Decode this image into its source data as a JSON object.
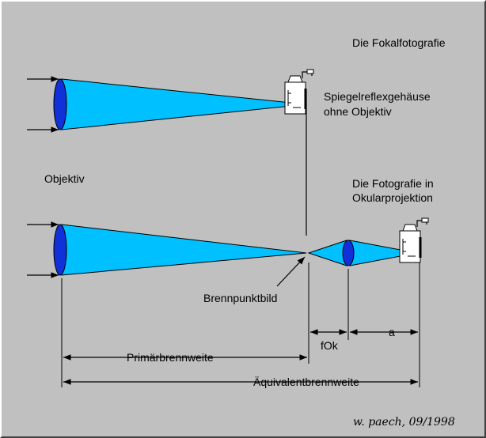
{
  "labels": {
    "title_focal": "Die Fokalfotografie",
    "camera_body_line1": "Spiegelreflexgehäuse",
    "camera_body_line2": "ohne Objektiv",
    "objective": "Objektiv",
    "projection_line1": "Die Fotografie in",
    "projection_line2": "Okularprojektion",
    "focal_image": "Brennpunktbild",
    "eyepiece_focal": "fOk",
    "distance_a": "a",
    "primary_focal_length": "Primärbrennweite",
    "equivalent_focal_length": "Äquivalentbrennweite",
    "signature": "w. paech, 09/1998"
  },
  "colors": {
    "background": "#c0c0c0",
    "beam": "#00c0ff",
    "lens": "#1030d8",
    "line": "#000000"
  }
}
